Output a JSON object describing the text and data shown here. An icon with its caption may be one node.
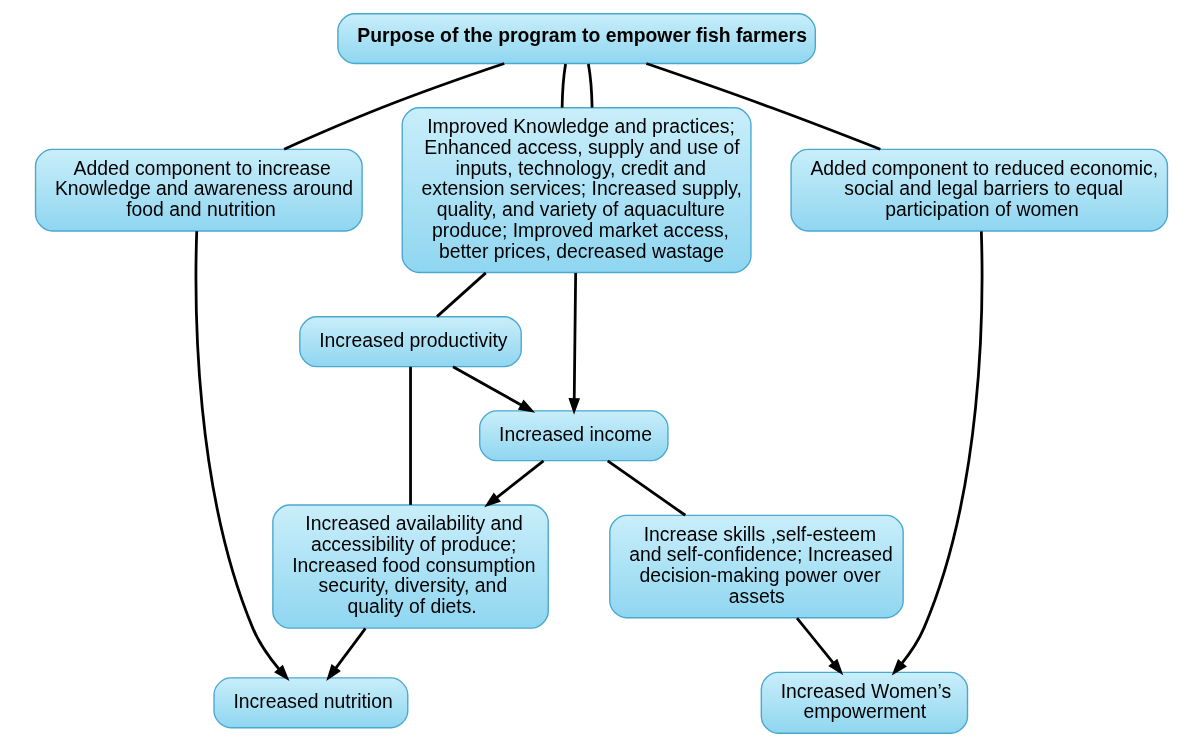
{
  "diagram": {
    "nodes": [
      {
        "text": [
          "Purpose of the program to empower fish farmers"
        ]
      },
      {
        "text": [
          "Added component to increase Knowledge and awareness around food and nutrition"
        ]
      },
      {
        "text": [
          "Improved Knowledge and practices; Enhanced access, supply and use of inputs, technology, credit and extension services; Increased supply, quality, and variety of aquaculture produce; Improved market access, better prices, decreased wastage"
        ]
      },
      {
        "text": [
          "Added component to reduced economic, social and legal barriers to equal participation of women"
        ]
      },
      {
        "text": [
          "Increased productivity"
        ]
      },
      {
        "text": [
          "Increased income"
        ]
      },
      {
        "text": [
          "Increased availability and accessibility of produce; Increased food consumption security, diversity, and quality of diets."
        ]
      },
      {
        "text": [
          "Increase skills ,self-esteem and self-confidence; Increased decision-making power over assets"
        ]
      },
      {
        "text": [
          "Increased nutrition"
        ]
      },
      {
        "text": [
          "Increased Women’s empowerment"
        ]
      }
    ],
    "edges": [
      {
        "from": 0,
        "to": 1,
        "arrow": "none"
      },
      {
        "from": 0,
        "to": 2,
        "arrow": "none"
      },
      {
        "from": 0,
        "to": 2,
        "arrow": "none"
      },
      {
        "from": 0,
        "to": 3,
        "arrow": "none"
      },
      {
        "from": 1,
        "to": 8,
        "arrow": "to"
      },
      {
        "from": 2,
        "to": 4,
        "arrow": "none"
      },
      {
        "from": 2,
        "to": 5,
        "arrow": "to"
      },
      {
        "from": 4,
        "to": 5,
        "arrow": "to"
      },
      {
        "from": 4,
        "to": 6,
        "arrow": "none"
      },
      {
        "from": 5,
        "to": 6,
        "arrow": "to"
      },
      {
        "from": 5,
        "to": 7,
        "arrow": "none"
      },
      {
        "from": 6,
        "to": 8,
        "arrow": "to"
      },
      {
        "from": 7,
        "to": 9,
        "arrow": "to"
      },
      {
        "from": 3,
        "to": 9,
        "arrow": "to"
      }
    ]
  }
}
